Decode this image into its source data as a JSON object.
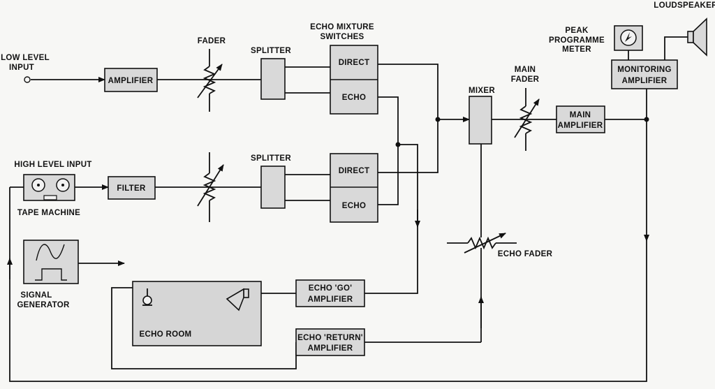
{
  "labels": {
    "low_level_input": [
      "LOW LEVEL",
      "INPUT"
    ],
    "fader": "FADER",
    "splitter_top": "SPLITTER",
    "echo_mixture_switches": [
      "ECHO MIXTURE",
      "SWITCHES"
    ],
    "peak_programme_meter": [
      "PEAK",
      "PROGRAMME",
      "METER"
    ],
    "loudspeaker": "LOUDSPEAKER",
    "main_fader": [
      "MAIN",
      "FADER"
    ],
    "mixer": "MIXER",
    "high_level_input": "HIGH LEVEL INPUT",
    "splitter_bottom": "SPLITTER",
    "tape_machine": "TAPE MACHINE",
    "echo_fader": "ECHO FADER",
    "signal_generator": [
      "SIGNAL",
      "GENERATOR"
    ]
  },
  "blocks": {
    "amplifier": "AMPLIFIER",
    "direct_top": "DIRECT",
    "echo_top": "ECHO",
    "monitoring_amplifier": [
      "MONITORING",
      "AMPLIFIER"
    ],
    "main_amplifier": [
      "MAIN",
      "AMPLIFIER"
    ],
    "filter": "FILTER",
    "direct_bottom": "DIRECT",
    "echo_bottom": "ECHO",
    "echo_go_amplifier": [
      "ECHO 'GO'",
      "AMPLIFIER"
    ],
    "echo_return_amplifier": [
      "ECHO 'RETURN'",
      "AMPLIFIER"
    ],
    "echo_room": "ECHO ROOM"
  }
}
